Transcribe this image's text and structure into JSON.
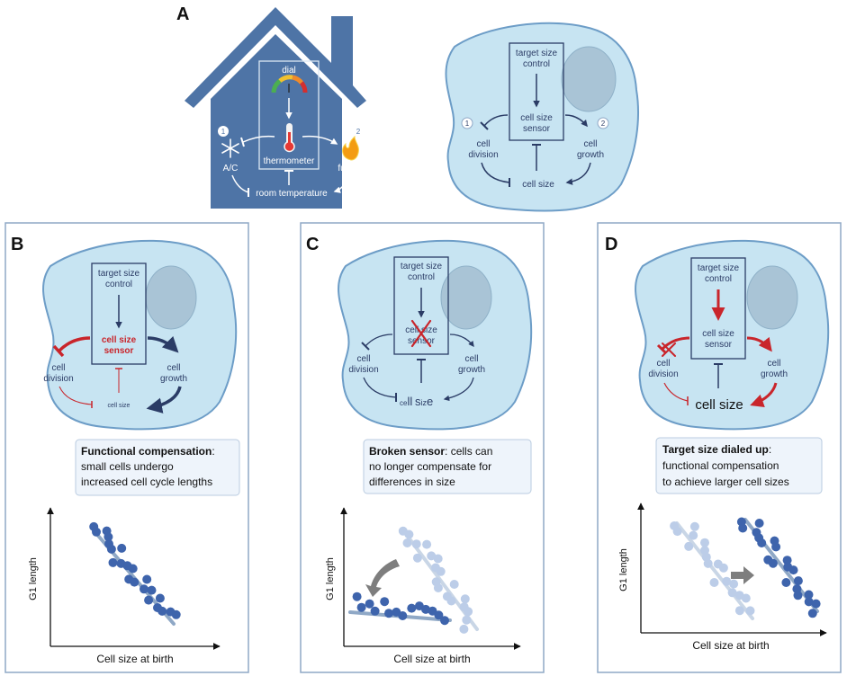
{
  "panel_a": {
    "letter": "A",
    "house": {
      "dial": "dial",
      "thermometer": "thermometer",
      "ac": "A/C",
      "furnace": "furnace",
      "room_temperature": "room temperature",
      "marker_1": "1",
      "marker_2": "2"
    },
    "cell": {
      "target_line1": "target size",
      "target_line2": "control",
      "sensor_line1": "cell size",
      "sensor_line2": "sensor",
      "division_line1": "cell",
      "division_line2": "division",
      "growth_line1": "cell",
      "growth_line2": "growth",
      "cell_size": "cell size",
      "marker_1": "1",
      "marker_2": "2"
    }
  },
  "panel_b": {
    "letter": "B",
    "target_line1": "target size",
    "target_line2": "control",
    "sensor_line1": "cell size",
    "sensor_line2": "sensor",
    "division_line1": "cell",
    "division_line2": "division",
    "growth_line1": "cell",
    "growth_line2": "growth",
    "cell_size": "cell size",
    "callout_bold": "Functional compensation",
    "callout_rest": ":",
    "callout_line2": "small cells undergo",
    "callout_line3": "increased cell cycle lengths",
    "ylabel": "G1 length",
    "xlabel": "Cell size at birth"
  },
  "panel_c": {
    "letter": "C",
    "target_line1": "target size",
    "target_line2": "control",
    "sensor_line1": "cell size",
    "sensor_line2": "sensor",
    "division_line1": "cell",
    "division_line2": "division",
    "growth_line1": "cell",
    "growth_line2": "growth",
    "cell_size_a": "ce",
    "cell_size_b": "ll",
    "cell_size_c": "s",
    "cell_size_d": "iz",
    "cell_size_e": "e",
    "callout_bold": "Broken sensor",
    "callout_rest": ": cells can",
    "callout_line2": "no longer compensate for",
    "callout_line3": "differences in size",
    "ylabel": "G1 length",
    "xlabel": "Cell size at birth"
  },
  "panel_d": {
    "letter": "D",
    "target_line1": "target size",
    "target_line2": "control",
    "sensor_line1": "cell size",
    "sensor_line2": "sensor",
    "division_line1": "cell",
    "division_line2": "division",
    "growth_line1": "cell",
    "growth_line2": "growth",
    "cell_size": "cell size",
    "callout_bold": "Target size dialed up",
    "callout_rest": ":",
    "callout_line2": "functional compensation",
    "callout_line3": "to achieve larger cell sizes",
    "ylabel": "G1 length",
    "xlabel": "Cell size at birth"
  },
  "colors": {
    "cell_fill": "#c7e4f2",
    "cell_stroke": "#6d9dc7",
    "nucleus": "#a9c4d6",
    "navy": "#2b3c66",
    "red": "#c9252b",
    "dot": "#3e64ac",
    "dot_faded": "#bccde8",
    "fit_line": "#8fa8c6",
    "house": "#4e74a6",
    "callout_fill": "#eef4fb",
    "callout_stroke": "#b9cbe0"
  }
}
